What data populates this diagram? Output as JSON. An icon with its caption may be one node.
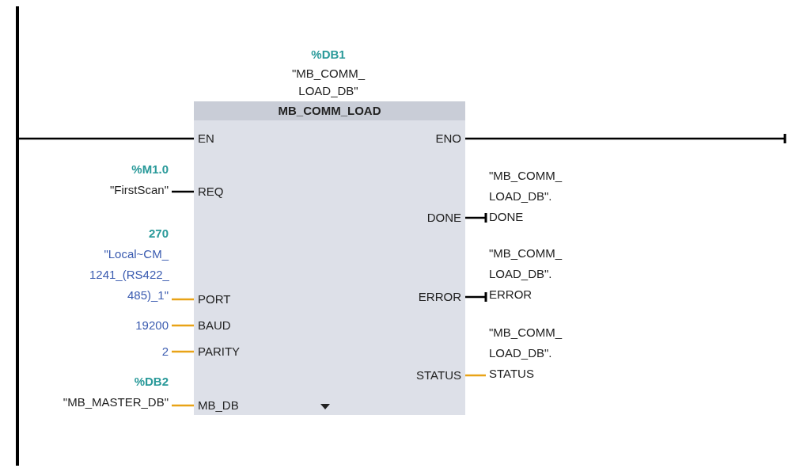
{
  "diagram": {
    "nodes": [
      {
        "text": [],
        "shape": "bar"
      },
      {
        "text": [
          "%DB1",
          "\"MB_COMM_ LOAD_DB\"",
          "MB_COMM_LOAD"
        ]
      },
      {
        "text": [
          "EN"
        ],
        "in": 1
      },
      {
        "text": [
          "ENO"
        ],
        "in": 1
      },
      {
        "text": [
          "%M1.0",
          "\"FirstScan\""
        ]
      },
      {
        "text": [
          "REQ"
        ],
        "in": 1
      },
      {
        "text": [
          "DONE"
        ],
        "in": 1
      },
      {
        "text": [
          "\"MB_COMM_ LOAD_DB\". DONE"
        ]
      },
      {
        "text": [
          "270",
          "\"Local~CM_ 1241_(RS422_ 485)_1\""
        ]
      },
      {
        "text": [
          "PORT"
        ],
        "in": 1
      },
      {
        "text": [
          "ERROR"
        ],
        "in": 1
      },
      {
        "text": [
          "\"MB_COMM_ LOAD_DB\". ERROR"
        ]
      },
      {
        "text": [
          "19200"
        ]
      },
      {
        "text": [
          "BAUD"
        ],
        "in": 1
      },
      {
        "text": [
          "2"
        ]
      },
      {
        "text": [
          "PARITY"
        ],
        "in": 1
      },
      {
        "text": [
          "STATUS"
        ],
        "in": 1
      },
      {
        "text": [
          "\"MB_COMM_ LOAD_DB\". STATUS"
        ]
      },
      {
        "text": [
          "%DB2",
          "\"MB_MASTER_DB\""
        ]
      },
      {
        "text": [
          "MB_DB"
        ],
        "in": 1
      }
    ],
    "edges": [
      {
        "from": 0,
        "to": 2,
        "arrow": "none"
      },
      {
        "from": 3,
        "to": null,
        "arrow": "other"
      },
      {
        "from": 4,
        "to": 5,
        "arrow": "none"
      },
      {
        "from": 6,
        "to": 7,
        "arrow": "other"
      },
      {
        "from": 8,
        "to": 9,
        "arrow": "none",
        "color": "#e8a317"
      },
      {
        "from": 10,
        "to": 11,
        "arrow": "other"
      },
      {
        "from": 12,
        "to": 13,
        "arrow": "none",
        "color": "#e8a317"
      },
      {
        "from": 14,
        "to": 15,
        "arrow": "none",
        "color": "#e8a317"
      },
      {
        "from": 16,
        "to": 17,
        "arrow": "none",
        "color": "#e8a317"
      },
      {
        "from": 18,
        "to": 19,
        "arrow": "none",
        "color": "#e8a317"
      }
    ]
  }
}
